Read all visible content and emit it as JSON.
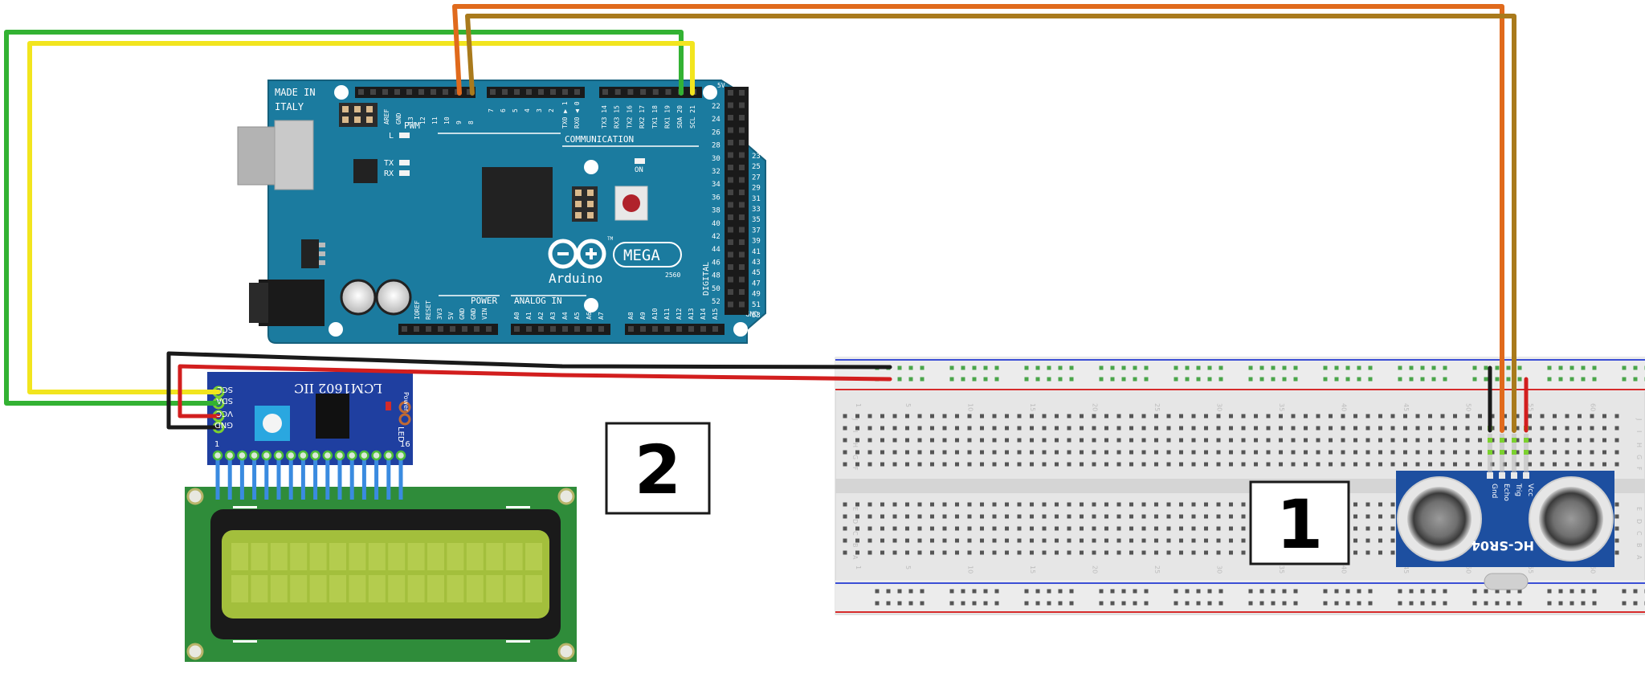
{
  "arduino": {
    "made_in": "MADE IN",
    "italy": "ITALY",
    "aref": "AREF",
    "gnd": "GND",
    "pwm": "PWM",
    "led_l": "L",
    "tx": "TX",
    "rx": "RX",
    "on": "ON",
    "communication": "COMMUNICATION",
    "power": "POWER",
    "analog_in": "ANALOG IN",
    "digital": "DIGITAL",
    "logo_text": "Arduino",
    "mega": "MEGA",
    "model": "2560",
    "tm": "TM",
    "five_v": "5V",
    "gnd_right": "GND",
    "pwm_pins": [
      "13",
      "12",
      "11",
      "10",
      "9",
      "8"
    ],
    "pwm_pins2": [
      "7",
      "6",
      "5",
      "4",
      "3",
      "2"
    ],
    "tx_rx_pins": [
      "TX0 ▶ 1",
      "RX0 ◀ 0"
    ],
    "comm_pins": [
      "TX3 14",
      "RX3 15",
      "TX2 16",
      "RX2 17",
      "TX1 18",
      "RX1 19",
      "SDA 20",
      "SCL 21"
    ],
    "power_pins": [
      "IOREF",
      "RESET",
      "3V3",
      "5V",
      "GND",
      "GND",
      "VIN"
    ],
    "analog_pins": [
      "A0",
      "A1",
      "A2",
      "A3",
      "A4",
      "A5",
      "A6",
      "A7"
    ],
    "analog_pins2": [
      "A8",
      "A9",
      "A10",
      "A11",
      "A12",
      "A13",
      "A14",
      "A15"
    ],
    "digital_left": [
      "22",
      "24",
      "26",
      "28",
      "30",
      "32",
      "34",
      "36",
      "38",
      "40",
      "42",
      "44",
      "46",
      "48",
      "50",
      "52"
    ],
    "digital_right": [
      "23",
      "25",
      "27",
      "29",
      "31",
      "33",
      "35",
      "37",
      "39",
      "41",
      "43",
      "45",
      "47",
      "49",
      "51",
      "53"
    ]
  },
  "i2c_module": {
    "title": "LCM1602 IIC",
    "pins": [
      "SCL",
      "SDA",
      "VCC",
      "GND"
    ],
    "power": "Power",
    "led": "LED",
    "pin1": "1",
    "pin16": "16"
  },
  "sensor": {
    "name": "HC-SR04",
    "pins": [
      "Vcc",
      "Trig",
      "Echo",
      "Gnd"
    ]
  },
  "breadboard": {
    "rows_top": [
      "J",
      "I",
      "H",
      "G",
      "F"
    ],
    "rows_bottom": [
      "E",
      "D",
      "C",
      "B",
      "A"
    ],
    "col_numbers": [
      "1",
      "5",
      "10",
      "15",
      "20",
      "25",
      "30",
      "35",
      "40",
      "45",
      "50",
      "55",
      "60"
    ]
  },
  "callouts": {
    "label_1": "1",
    "label_2": "2"
  },
  "colors": {
    "arduino_board": "#1b7b9f",
    "wire_green": "#33b233",
    "wire_yellow": "#f2e51e",
    "wire_orange": "#e06a1c",
    "wire_brown": "#a97a1c",
    "wire_red": "#d21e1e",
    "wire_black": "#1a1a1a",
    "lcd_pcb": "#2f8c3a",
    "lcd_screen": "#a3bf3c",
    "i2c_pcb": "#1f3fa0",
    "sensor_pcb": "#1d4fa0",
    "breadboard": "#e9e9e9"
  }
}
